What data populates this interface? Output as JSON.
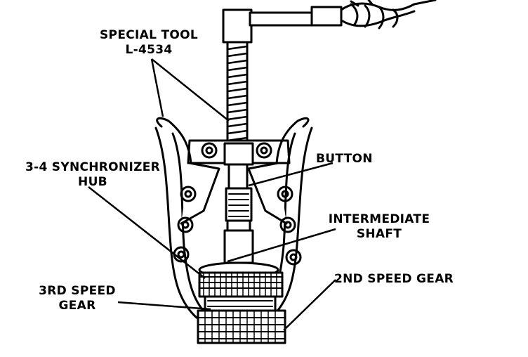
{
  "labels": {
    "special_tool_line1": "SPECIAL TOOL",
    "special_tool_line2": "L-4534",
    "sync_hub_line1": "3-4 SYNCHRONIZER",
    "sync_hub_line2": "HUB",
    "button": "BUTTON",
    "intermediate_line1": "INTERMEDIATE",
    "intermediate_line2": "SHAFT",
    "third_gear_line1": "3RD SPEED",
    "third_gear_line2": "GEAR",
    "second_gear": "2ND SPEED GEAR"
  },
  "colors": {
    "ink": "#000000",
    "paper": "#ffffff"
  }
}
